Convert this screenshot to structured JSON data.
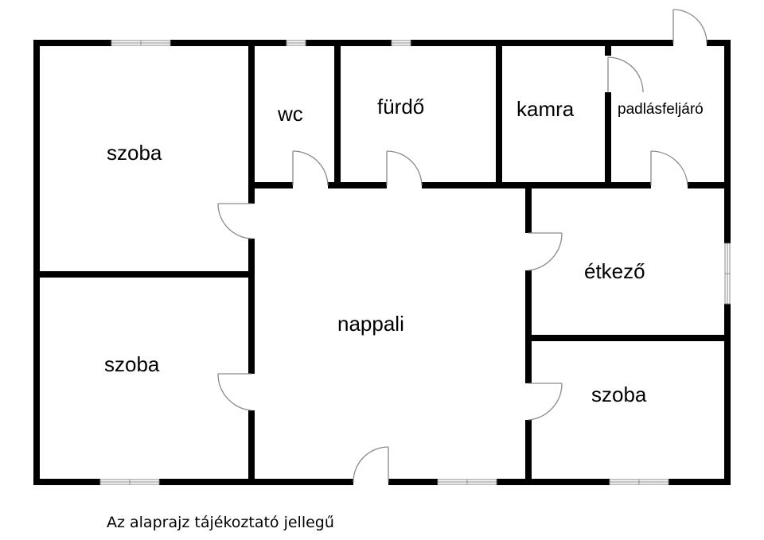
{
  "rooms": {
    "szoba_top_left": "szoba",
    "wc": "wc",
    "furdo": "fürdő",
    "kamra": "kamra",
    "padlasfeljaro": "padlásfeljáró",
    "etkezo": "étkező",
    "nappali": "nappali",
    "szoba_bottom_left": "szoba",
    "szoba_bottom_right": "szoba"
  },
  "footer_note": "Az alaprajz tájékoztató jellegű",
  "colors": {
    "wall": "#000000",
    "fixture": "#8a8a8a",
    "background": "#ffffff"
  }
}
